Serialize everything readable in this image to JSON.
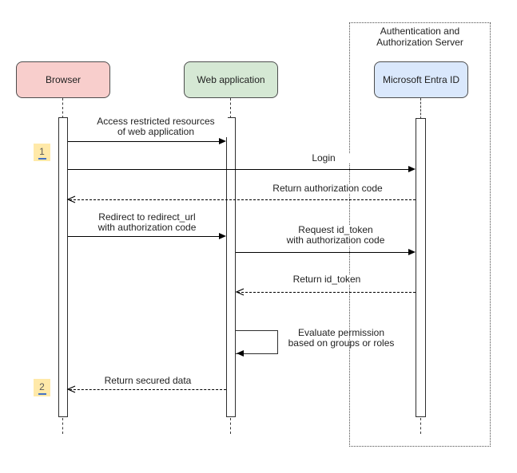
{
  "diagram_type": "uml-sequence-diagram",
  "colors": {
    "browser_fill": "#F8CECC",
    "webapp_fill": "#D5E8D4",
    "entra_fill": "#DAE8FC",
    "marker_fill": "#FFE9A9",
    "marker_link": "#4472C4"
  },
  "group": {
    "label_lines": [
      "Authentication and",
      "Authorization Server"
    ]
  },
  "actors": [
    {
      "label": "Browser"
    },
    {
      "label": "Web application"
    },
    {
      "label": "Microsoft Entra ID"
    }
  ],
  "markers": [
    {
      "label": "1"
    },
    {
      "label": "2"
    }
  ],
  "messages": {
    "access_restricted": {
      "lines": [
        "Access restricted resources",
        "of web application"
      ],
      "style": "solid",
      "from": "Browser",
      "to": "Web application"
    },
    "login": {
      "lines": [
        "Login"
      ],
      "style": "solid",
      "from": "Browser",
      "to": "Microsoft Entra ID"
    },
    "return_auth_code": {
      "lines": [
        "Return authorization code"
      ],
      "style": "dashed",
      "from": "Microsoft Entra ID",
      "to": "Browser"
    },
    "redirect": {
      "lines": [
        "Redirect to redirect_url",
        "with authorization code"
      ],
      "style": "solid",
      "from": "Browser",
      "to": "Web application"
    },
    "request_id_token": {
      "lines": [
        "Request id_token",
        "with authorization code"
      ],
      "style": "solid",
      "from": "Web application",
      "to": "Microsoft Entra ID"
    },
    "return_id_token": {
      "lines": [
        "Return id_token"
      ],
      "style": "dashed",
      "from": "Microsoft Entra ID",
      "to": "Web application"
    },
    "evaluate_permission": {
      "lines": [
        "Evaluate permission",
        "based on groups or roles"
      ],
      "style": "self",
      "from": "Web application",
      "to": "Web application"
    },
    "return_secured_data": {
      "lines": [
        "Return secured data"
      ],
      "style": "dashed",
      "from": "Web application",
      "to": "Browser"
    }
  }
}
